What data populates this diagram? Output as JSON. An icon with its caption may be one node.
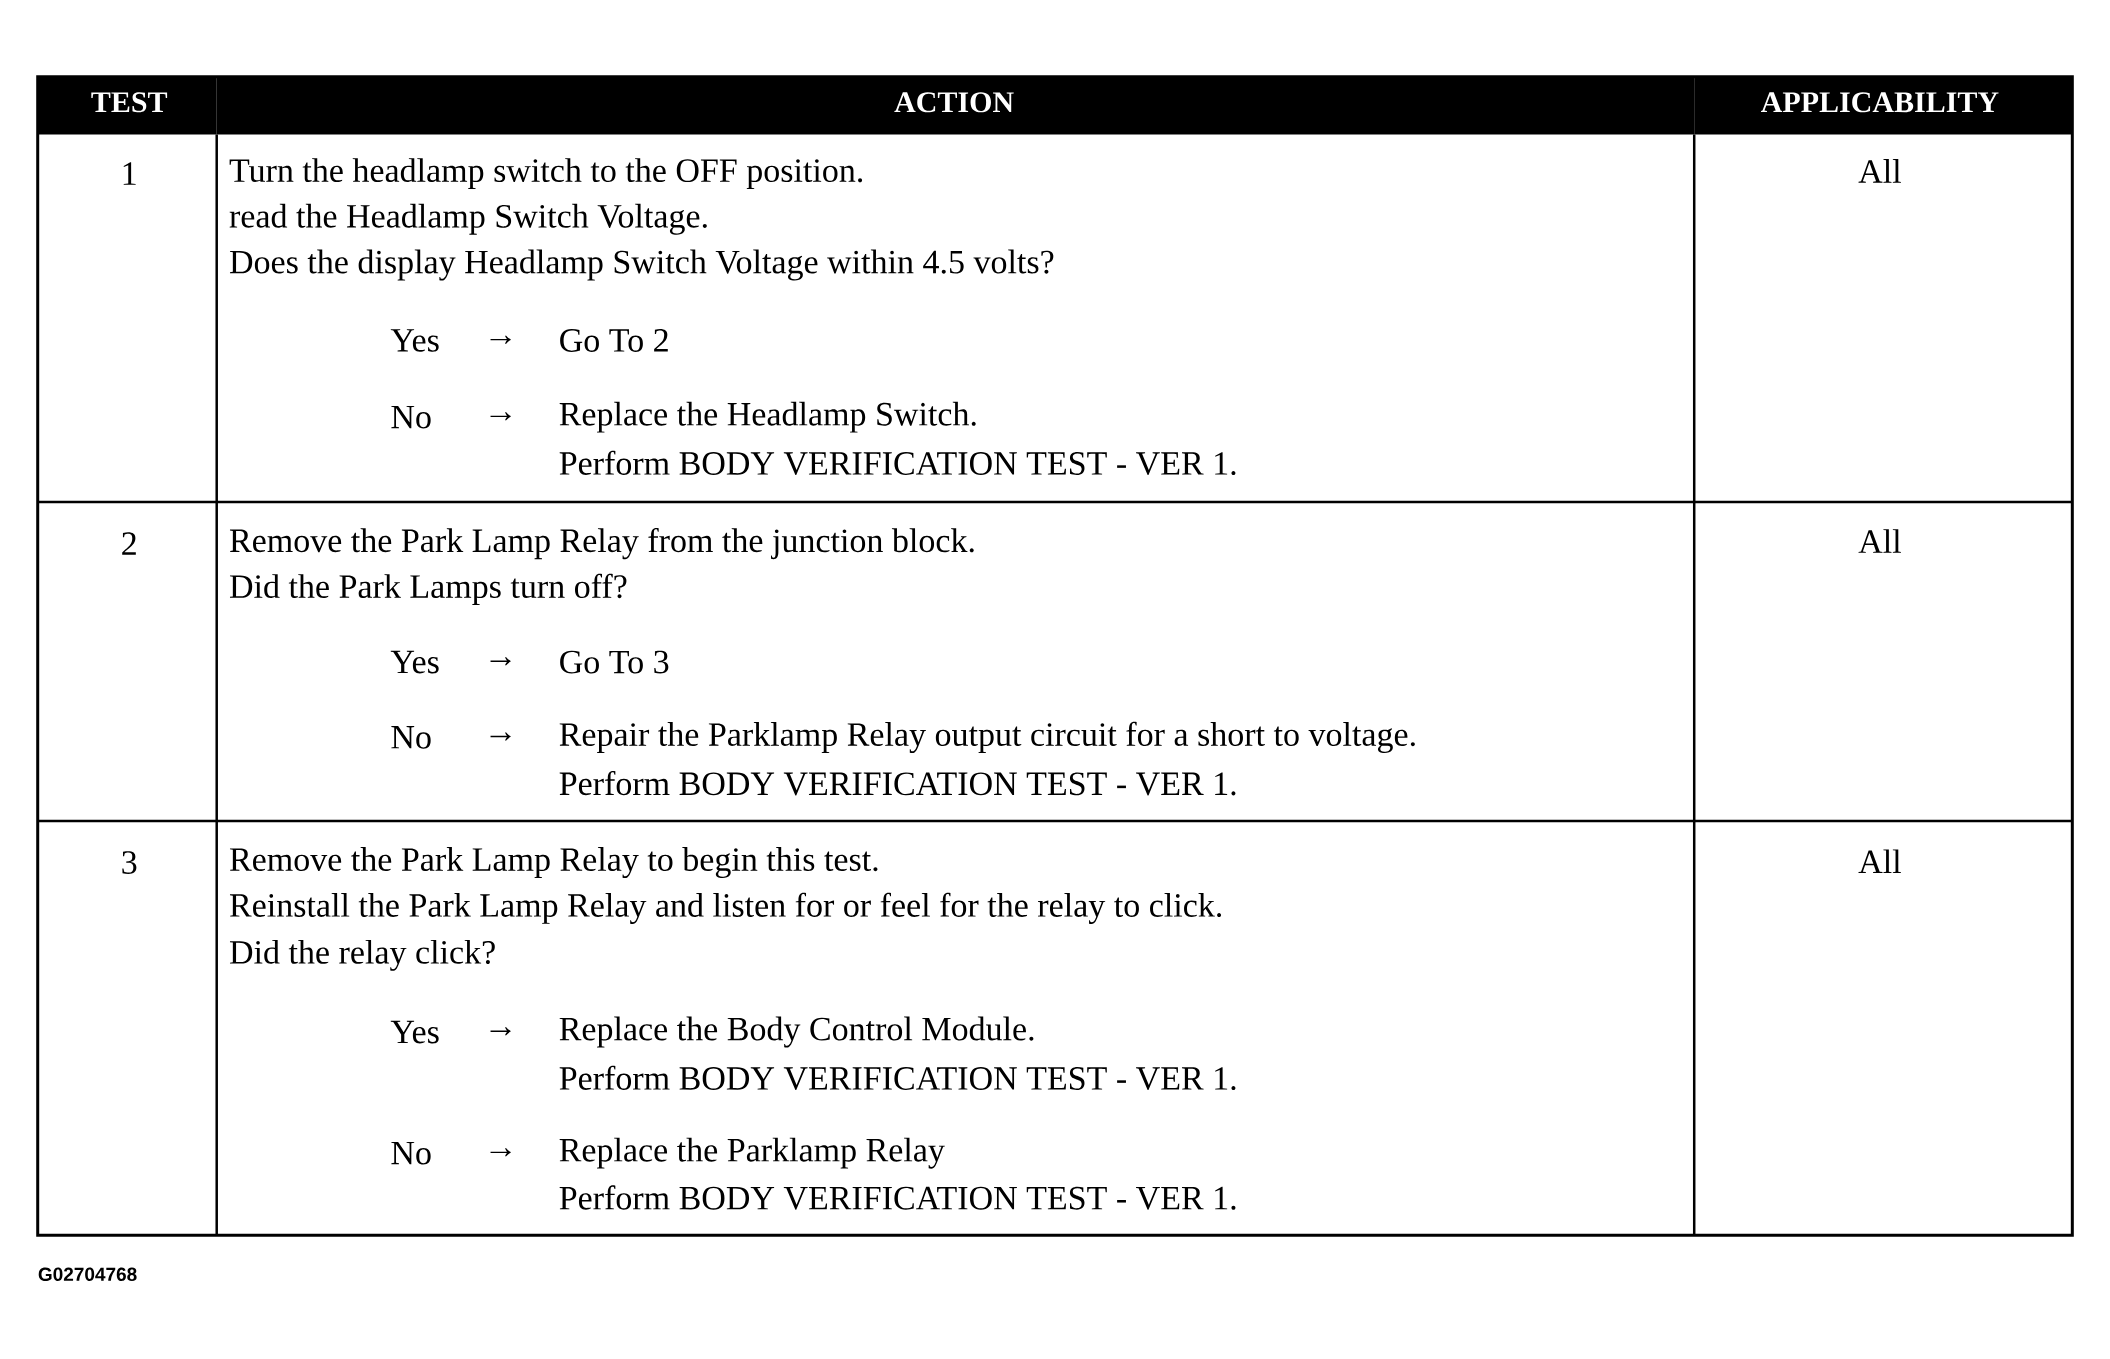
{
  "diagram": {
    "labels": [
      "TEST",
      "ACTION",
      "APPLICABILITY",
      "1",
      "Turn the headlamp switch to the OFF position.",
      "read the Headlamp Switch Voltage.",
      "Does the display Headlamp Switch Voltage within 4.5 volts?",
      "Yes",
      "→",
      "Go To  2",
      "No",
      "→",
      "Replace the Headlamp Switch.",
      "Perform BODY VERIFICATION TEST - VER 1.",
      "All",
      "2",
      "Remove the Park Lamp Relay from the junction block.",
      "Did the Park Lamps turn off?",
      "Yes",
      "→",
      "Go To  3",
      "No",
      "→",
      "Repair the Parklamp Relay output circuit for a short to voltage.",
      "Perform BODY VERIFICATION TEST - VER 1.",
      "All",
      "3",
      "Remove the Park Lamp Relay to begin this test.",
      "Reinstall the Park Lamp Relay and listen for or feel for the relay to click.",
      "Did the relay click?",
      "Yes",
      "→",
      "Replace the Body Control Module.",
      "Perform BODY VERIFICATION TEST - VER 1.",
      "No",
      "→",
      "Replace the Parklamp Relay",
      "Perform BODY VERIFICATION TEST - VER 1.",
      "All",
      "G02704768"
    ]
  }
}
